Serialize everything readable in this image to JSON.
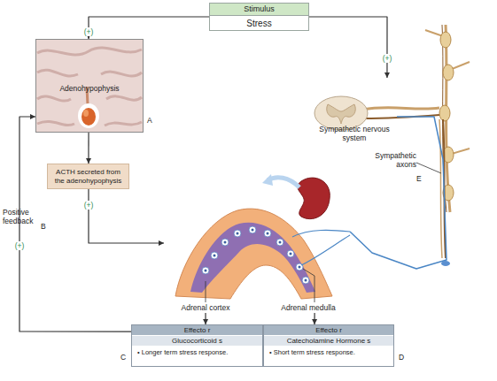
{
  "diagram": {
    "nodes": [
      {
        "text": [
          "Stimulus",
          "Stress"
        ]
      },
      {
        "text": [
          "Adenohypophysis"
        ]
      },
      {
        "text": [
          "ACTH secreted from the adenohypophysis"
        ]
      },
      {
        "text": [
          "Sympathetic nervous system"
        ]
      },
      {
        "text": [
          "Adrenal cortex",
          "Adrenal medulla"
        ]
      },
      {
        "text": [
          "Effecto r",
          "Glucocorticoid s",
          "• Longer term stress response."
        ]
      },
      {
        "text": [
          "Effecto r",
          "Catecholamine Hormone s",
          "• Short term stress response."
        ]
      }
    ],
    "edges": [
      {
        "from": 0,
        "to": 1,
        "arrow": "to",
        "label": "(+)"
      },
      {
        "from": 0,
        "to": 3,
        "arrow": "to",
        "label": "(+)"
      },
      {
        "from": 1,
        "to": 2,
        "arrow": "to"
      },
      {
        "from": 2,
        "to": 4,
        "arrow": "to",
        "label": "(+)"
      },
      {
        "from": 3,
        "to": 4,
        "arrow": "none"
      },
      {
        "from": 4,
        "to": 5,
        "arrow": "to"
      },
      {
        "from": 4,
        "to": 6,
        "arrow": "to"
      },
      {
        "from": 5,
        "to": 1,
        "arrow": "to",
        "label": "(+)"
      }
    ],
    "labels": [
      "A",
      "Positive feedback",
      "B",
      "C",
      "D",
      "E",
      "Sympathetic axons"
    ]
  }
}
